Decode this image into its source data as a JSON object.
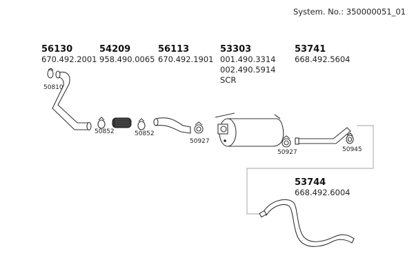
{
  "header": {
    "system_no": "System. No.: 350000051_01"
  },
  "groups": [
    {
      "code": "56130",
      "parts": [
        "670.492.2001"
      ]
    },
    {
      "code": "54209",
      "parts": [
        "958.490.0065"
      ]
    },
    {
      "code": "56113",
      "parts": [
        "670.492.1901"
      ]
    },
    {
      "code": "53303",
      "parts": [
        "001.490.3314",
        "002.490.5914",
        "SCR"
      ]
    },
    {
      "code": "53741",
      "parts": [
        "668.492.5604"
      ]
    },
    {
      "code": "53744",
      "parts": [
        "668.492.6004"
      ]
    }
  ],
  "clamp_labels": {
    "c50810": "50810",
    "c50852a": "50852",
    "c50852b": "50852",
    "c50927a": "50927",
    "c50927b": "50927",
    "c50945": "50945"
  }
}
